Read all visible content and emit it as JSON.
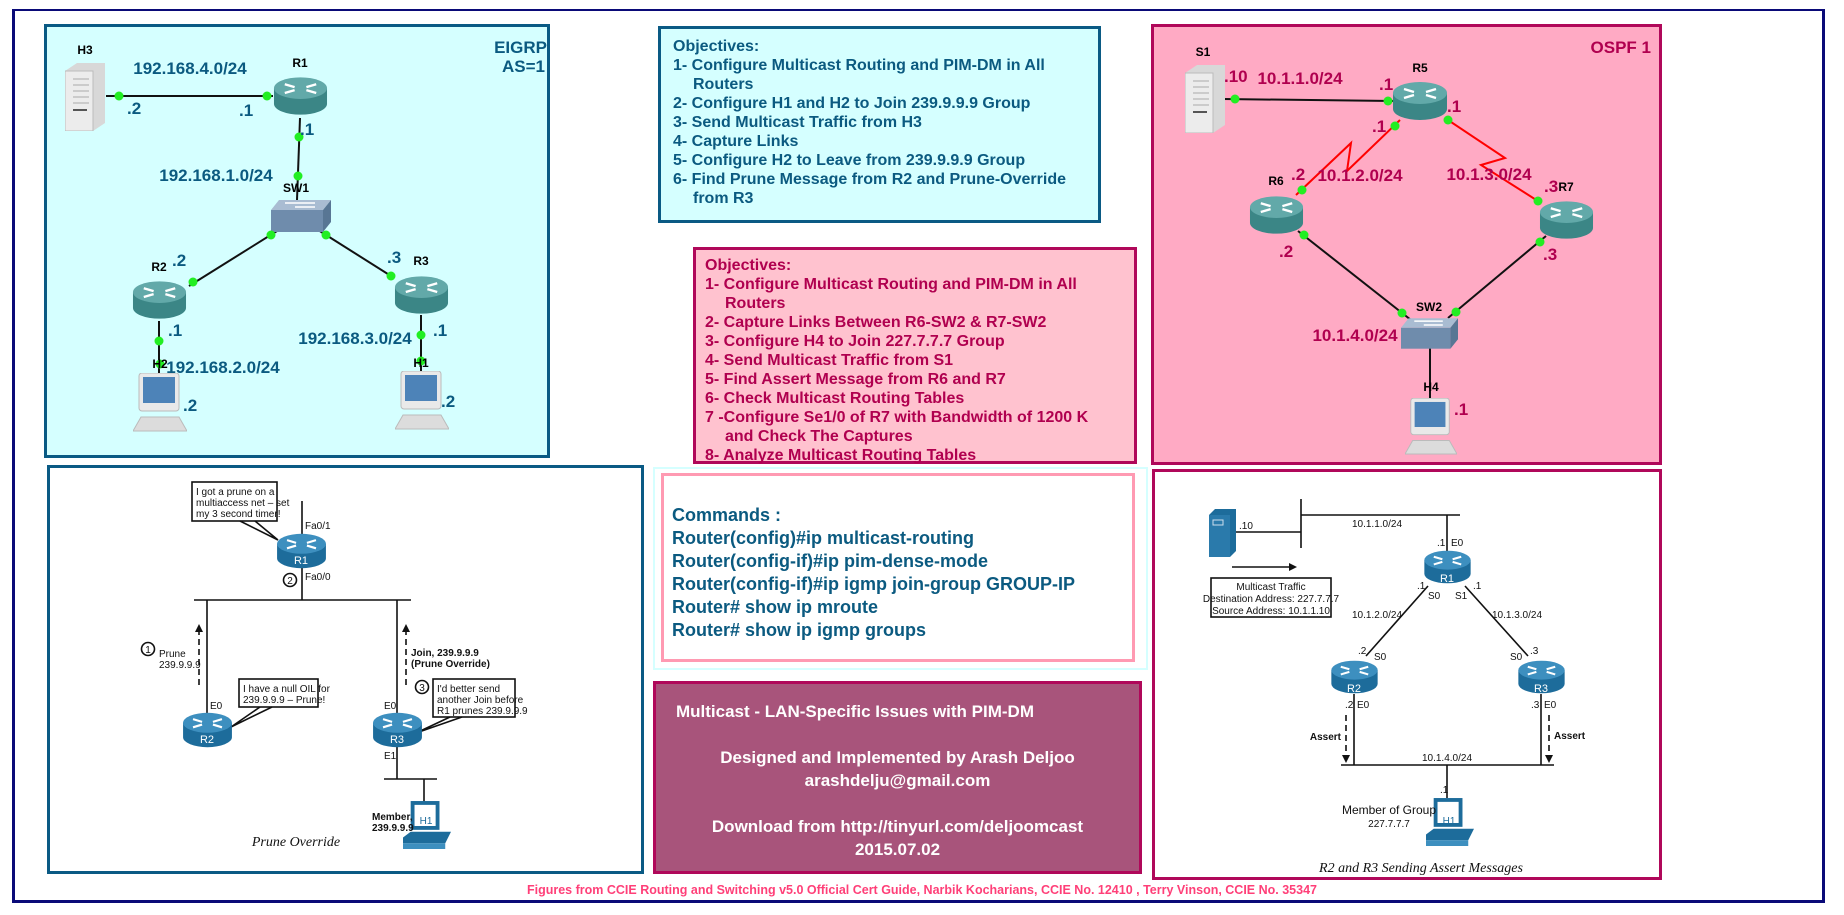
{
  "colors": {
    "eigrp_bg": "#d5ffff",
    "eigrp_border": "#0a5a84",
    "ospf_bg": "#ffaac4",
    "ospf_border": "#b0085a",
    "link_dot": "#22ee22",
    "serial_link": "#ff0000",
    "title_bg": "#a8547b",
    "footer": "#ff3f78"
  },
  "eigrp": {
    "label_line1": "EIGRP",
    "label_line2": "AS=1",
    "nodes": {
      "h3": "H3",
      "r1": "R1",
      "sw1": "SW1",
      "r2": "R2",
      "r3": "R3",
      "h2": "H2",
      "h1": "H1"
    },
    "nets": {
      "n4": "192.168.4.0/24",
      "n1": "192.168.1.0/24",
      "n2": "192.168.2.0/24",
      "n3": "192.168.3.0/24"
    },
    "ips": {
      "h3": ".2",
      "r1_n4": ".1",
      "r1_n1": ".1",
      "r2_n1": ".2",
      "r3_n1": ".3",
      "r2_n2": ".1",
      "h2": ".2",
      "r3_n3": ".1",
      "h1": ".2"
    }
  },
  "objectives1": {
    "heading": "Objectives:",
    "items": [
      {
        "l1": "1- Configure Multicast Routing and PIM-DM in All",
        "l2": "Routers"
      },
      {
        "l1": "2- Configure H1 and H2 to Join 239.9.9.9  Group"
      },
      {
        "l1": "3- Send Multicast Traffic from H3"
      },
      {
        "l1": "4- Capture Links"
      },
      {
        "l1": "5- Configure H2 to Leave from 239.9.9.9 Group"
      },
      {
        "l1": "6- Find Prune Message from R2 and Prune-Override",
        "l2": "from R3"
      }
    ]
  },
  "objectives2": {
    "heading": "Objectives:",
    "items": [
      {
        "l1": "1- Configure Multicast Routing and PIM-DM  in All",
        "l2": "Routers"
      },
      {
        "l1": "2- Capture Links Between R6-SW2 & R7-SW2"
      },
      {
        "l1": "3- Configure H4 to Join 227.7.7.7  Group"
      },
      {
        "l1": "4- Send Multicast Traffic from S1"
      },
      {
        "l1": "5- Find Assert Message from R6 and R7"
      },
      {
        "l1": "6- Check Multicast Routing Tables"
      },
      {
        "l1": "7 -Configure Se1/0 of R7 with Bandwidth of 1200 K",
        "l2": "and Check The Captures"
      },
      {
        "l1": "8- Analyze Multicast Routing Tables"
      }
    ]
  },
  "ospf": {
    "label": "OSPF 1",
    "nodes": {
      "s1": "S1",
      "r5": "R5",
      "r6": "R6",
      "r7": "R7",
      "sw2": "SW2",
      "h4": "H4"
    },
    "nets": {
      "n1": "10.1.1.0/24",
      "n2": "10.1.2.0/24",
      "n3": "10.1.3.0/24",
      "n4": "10.1.4.0/24"
    },
    "ips": {
      "s1": ".10",
      "r5_n1": ".1",
      "r5_n2": ".1",
      "r5_n3": ".1",
      "r6_n2": ".2",
      "r7_n3": ".3",
      "r6_n4": ".2",
      "r7_n4": ".3",
      "h4": ".1"
    }
  },
  "commands": {
    "heading": "Commands :",
    "lines": [
      "Router(config)#ip multicast-routing",
      "Router(config-if)#ip pim-dense-mode",
      "Router(config-if)#ip igmp join-group GROUP-IP",
      "Router# show ip mroute",
      "Router# show ip igmp groups"
    ]
  },
  "title_box": {
    "title": "Multicast - LAN-Specific Issues with PIM-DM",
    "author": "Designed and Implemented by Arash Deljoo",
    "email": "arashdelju@gmail.com",
    "download": "Download from http://tinyurl.com/deljoomcast",
    "date": "2015.07.02"
  },
  "prune_figure": {
    "caption": "Prune Override",
    "r1": "R1",
    "r2": "R2",
    "r3": "R3",
    "h1": "H1",
    "fa01": "Fa0/1",
    "fa00": "Fa0/0",
    "r2_e0": "E0",
    "r3_e0": "E0",
    "r3_e1": "E1",
    "step1": "1",
    "step2": "2",
    "step3": "3",
    "bubble1": [
      "I got a prune on a",
      "multiaccess net – set",
      "my 3 second timer!"
    ],
    "bubble2": [
      "I have a null OIL for",
      "239.9.9.9 – Prune!"
    ],
    "bubble3": [
      "I'd better send",
      "another Join before",
      "R1 prunes 239.9.9.9"
    ],
    "prune_msg": [
      "Prune",
      "239.9.9.9"
    ],
    "join_msg": [
      "Join, 239.9.9.9",
      "(Prune Override)"
    ],
    "member": [
      "Member,",
      "239.9.9.9"
    ]
  },
  "assert_figure": {
    "caption": "R2 and R3 Sending Assert Messages",
    "r1": "R1",
    "r2": "R2",
    "r3": "R3",
    "h1": "H1",
    "server_ip": ".10",
    "nets": {
      "n1": "10.1.1.0/24",
      "n2": "10.1.2.0/24",
      "n3": "10.1.3.0/24",
      "n4": "10.1.4.0/24"
    },
    "r1_e0_ip": ".1",
    "r1_e0": "E0",
    "r1_s0_ip": ".1",
    "r1_s0": "S0",
    "r1_s1_ip": ".1",
    "r1_s1": "S1",
    "r2_s0_ip": ".2",
    "r2_s0": "S0",
    "r3_s0": "S0",
    "r3_s0_ip": ".3",
    "r2_e0_ip": ".2",
    "r2_e0": "E0",
    "r3_e0_ip": ".3",
    "r3_e0": "E0",
    "h1_ip": ".1",
    "traffic_box": [
      "Multicast Traffic",
      "Destination Address: 227.7.7.7",
      "Source Address: 10.1.1.10"
    ],
    "assert": "Assert",
    "member": [
      "Member of Group",
      "227.7.7.7"
    ]
  },
  "footer": "Figures from CCIE Routing and Switching v5.0 Official Cert Guide, Narbik Kocharians, CCIE No. 12410 , Terry Vinson, CCIE No. 35347"
}
